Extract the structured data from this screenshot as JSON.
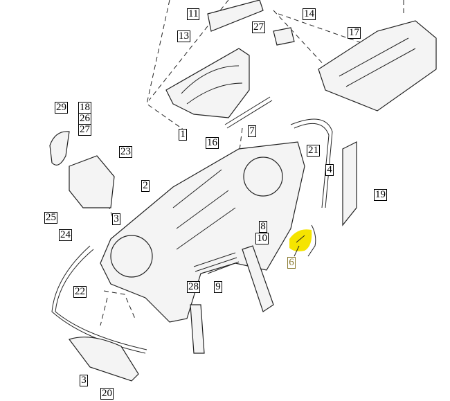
{
  "diagram": {
    "labels": [
      {
        "id": "l11",
        "text": "11"
      },
      {
        "id": "l14",
        "text": "14"
      },
      {
        "id": "l13",
        "text": "13"
      },
      {
        "id": "l27a",
        "text": "27"
      },
      {
        "id": "l17",
        "text": "17"
      },
      {
        "id": "l29",
        "text": "29"
      },
      {
        "id": "l18",
        "text": "18"
      },
      {
        "id": "l26",
        "text": "26"
      },
      {
        "id": "l27b",
        "text": "27"
      },
      {
        "id": "l23",
        "text": "23"
      },
      {
        "id": "l2",
        "text": "2"
      },
      {
        "id": "l16",
        "text": "16"
      },
      {
        "id": "l21",
        "text": "21"
      },
      {
        "id": "l4",
        "text": "4"
      },
      {
        "id": "l19",
        "text": "19"
      },
      {
        "id": "l1",
        "text": "1"
      },
      {
        "id": "l7",
        "text": "7"
      },
      {
        "id": "l25",
        "text": "25"
      },
      {
        "id": "l3a",
        "text": "3"
      },
      {
        "id": "l24",
        "text": "24"
      },
      {
        "id": "l8",
        "text": "8"
      },
      {
        "id": "l10",
        "text": "10"
      },
      {
        "id": "l6",
        "text": "6"
      },
      {
        "id": "l22",
        "text": "22"
      },
      {
        "id": "l28",
        "text": "28"
      },
      {
        "id": "l9",
        "text": "9"
      },
      {
        "id": "l3b",
        "text": "3"
      },
      {
        "id": "l20",
        "text": "20"
      }
    ],
    "highlight_color": "#f5e400"
  }
}
